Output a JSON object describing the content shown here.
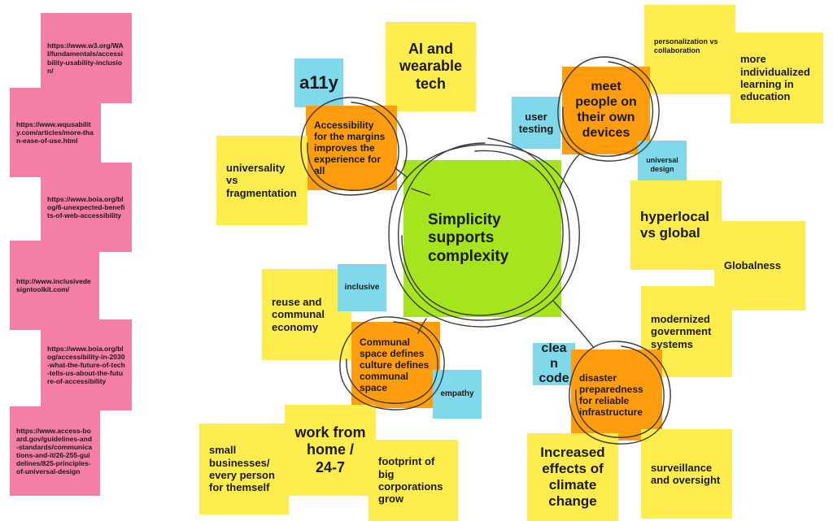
{
  "links": [
    "https://www.w3.org/WAI/fundamentals/accessibility-usability-inclusion/",
    "https://www.wqusability.com/articles/more-than-ease-of-use.html",
    "https://www.boia.org/blog/6-unexpected-benefits-of-web-accessibility",
    "http://www.inclusivedesigntoolkit.com/",
    "https://www.boia.org/blog/accessibility-in-2030-what-the-future-of-tech-tells-us-about-the-future-of-accessibility",
    "https://www.access-board.gov/guidelines-and-standards/communications-and-it/26-255-guidelines/825-principles-of-universal-design"
  ],
  "center": {
    "label": "Simplicity supports complexity"
  },
  "notes": {
    "a11y": "a11y",
    "ai_wearable": "AI and wearable tech",
    "accessibility_margins": "Accessibility for the margins improves the experience for all",
    "universality": "universality vs fragmentation",
    "personalization": "personalization vs collaboration",
    "individualized": "more individualized learning in education",
    "meet_people": "meet people on their own devices",
    "user_testing": "user testing",
    "universal_design": "universal design",
    "hyperlocal": "hyperlocal vs global",
    "globalness": "Globalness",
    "reuse": "reuse and communal economy",
    "inclusive": "inclusive",
    "communal_space": "Communal space defines culture defines communal space",
    "empathy": "empathy",
    "modernized": "modernized government systems",
    "clean_code": "clean code",
    "disaster": "disaster preparedness for reliable infrastructure",
    "small_biz": "small businesses/ every person for themself",
    "work_home": "work from home / 24-7",
    "footprint": "footprint of big corporations grow",
    "climate": "Increased effects of climate change",
    "surveillance": "surveillance and oversight"
  },
  "colors": {
    "pink": "#f47ea5",
    "yellow": "#ffed4d",
    "orange": "#ff9d0f",
    "blue": "#7fd9ea",
    "green": "#a6e51d",
    "ink": "#3a3a3a"
  }
}
